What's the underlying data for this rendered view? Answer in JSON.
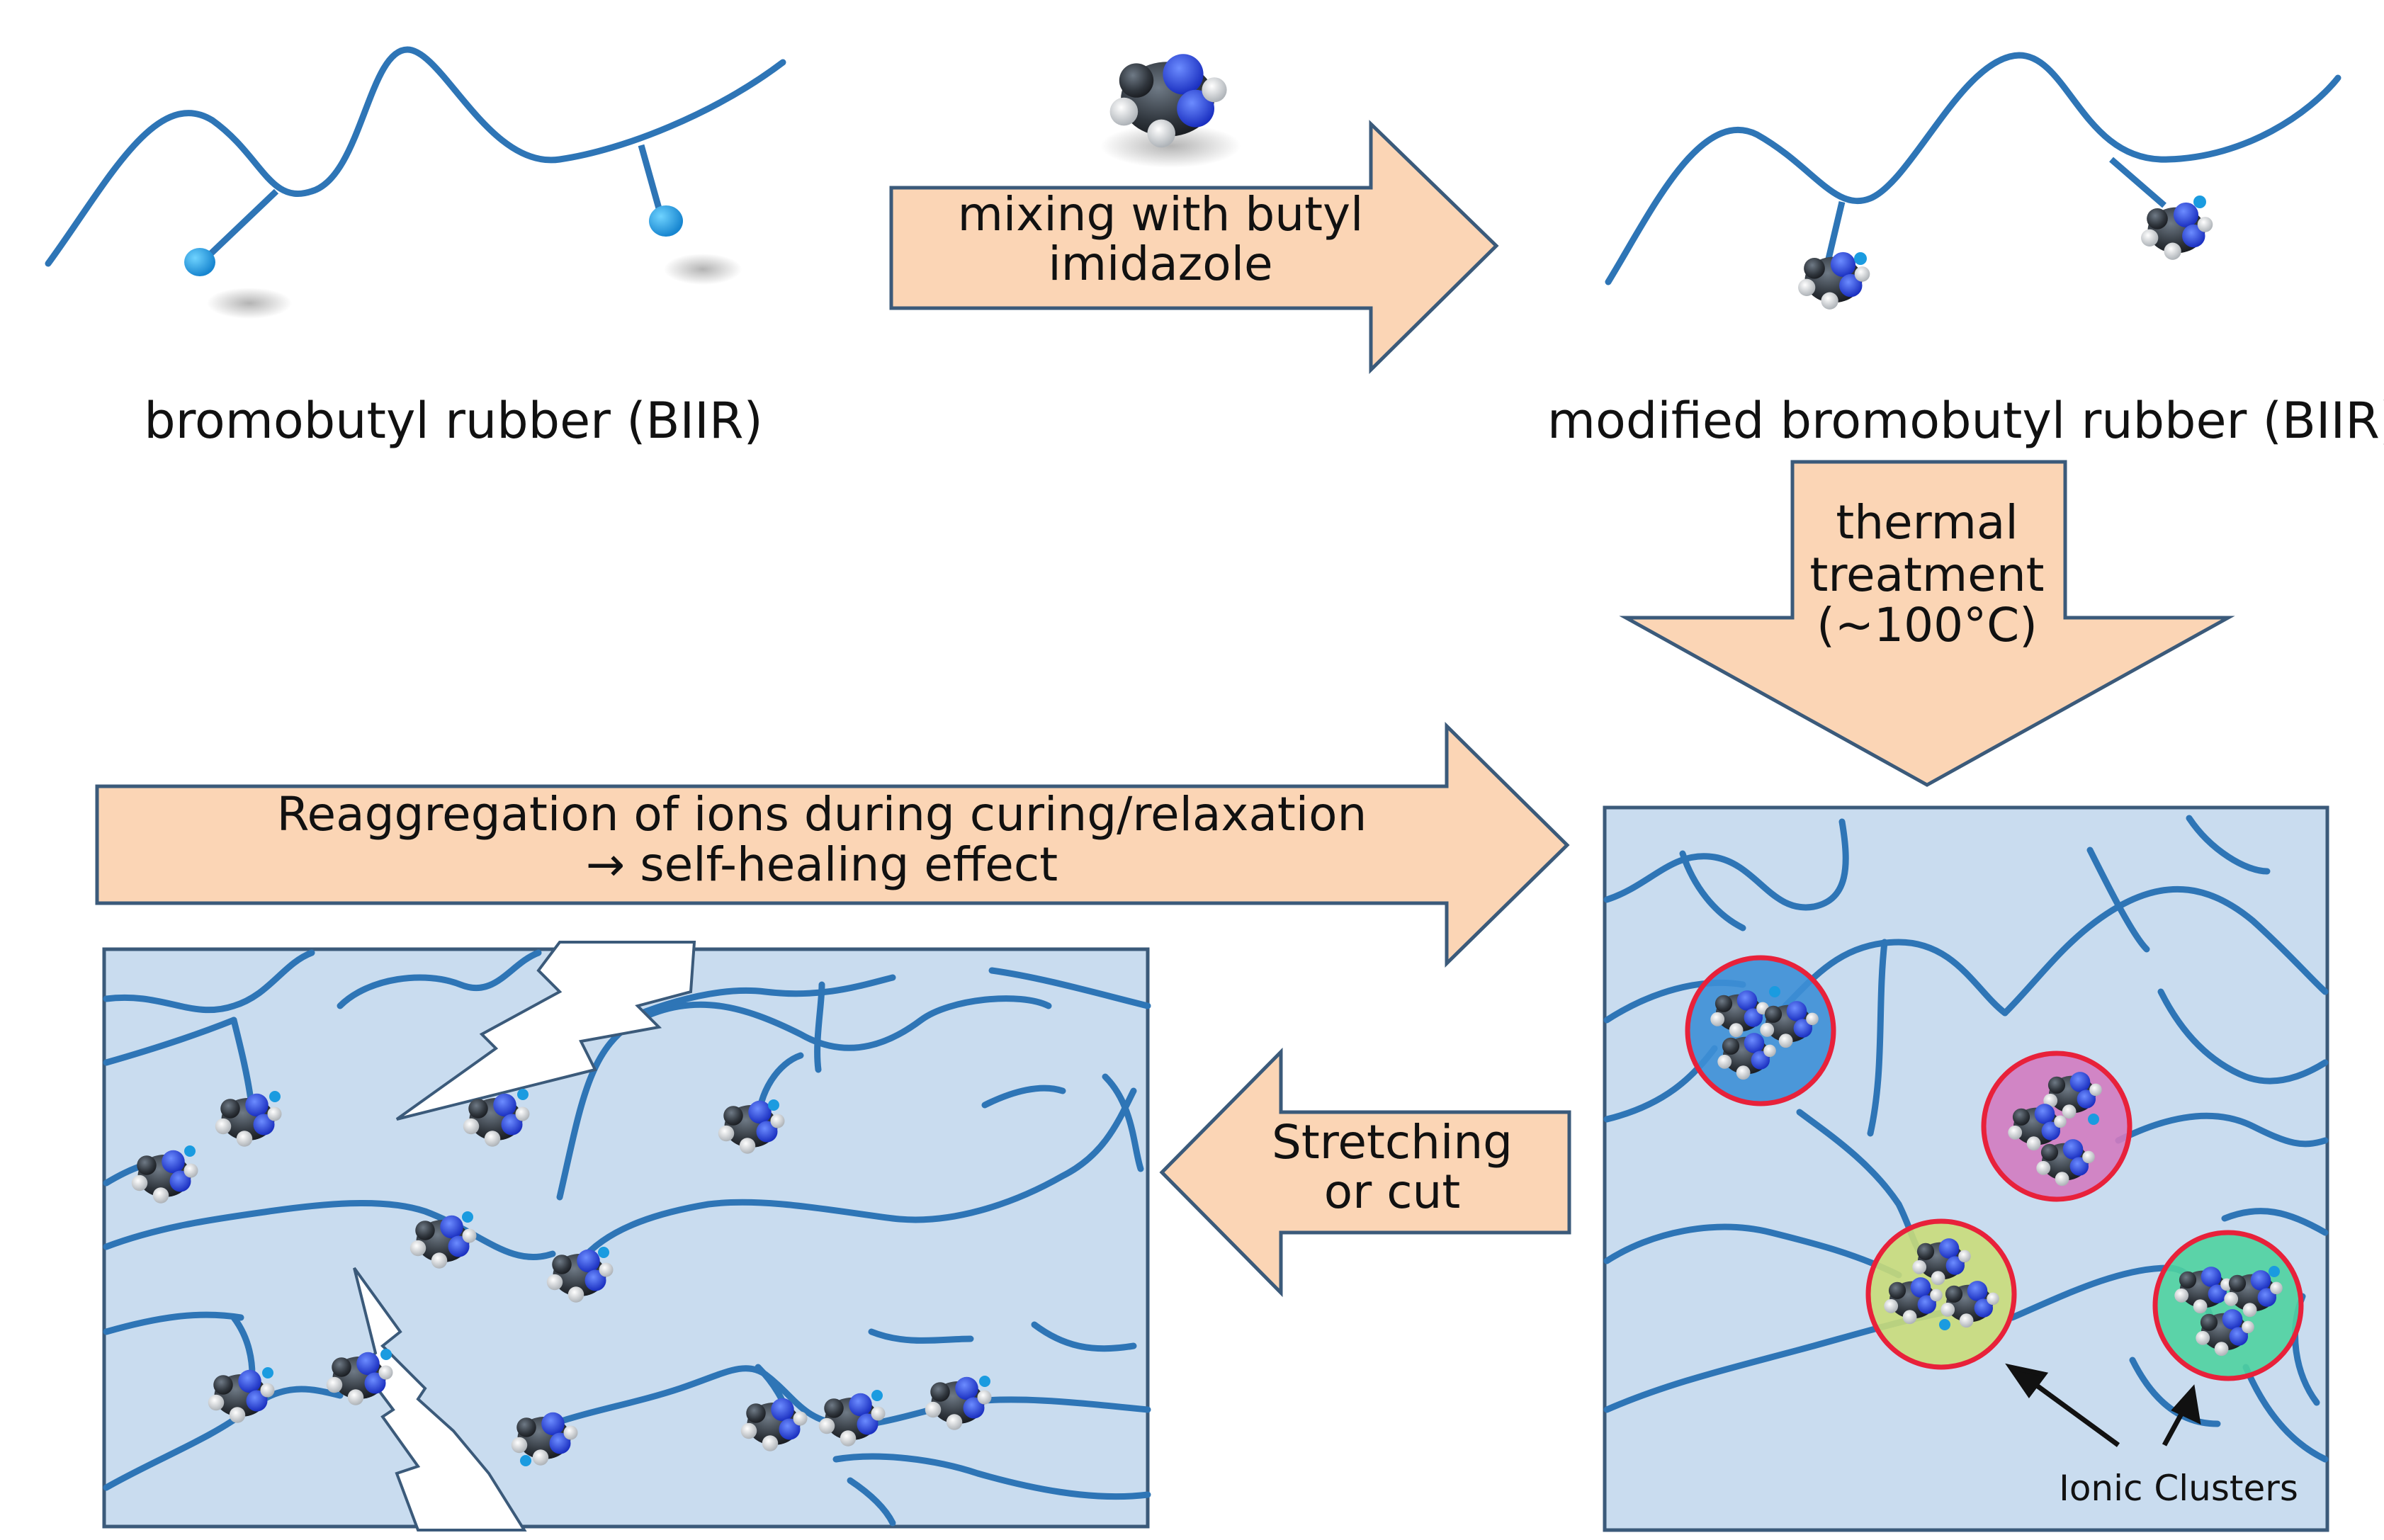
{
  "colors": {
    "chain": "#2e75b6",
    "arrow_fill": "#fbd5b5",
    "arrow_stroke": "#3b5a7a",
    "panel_fill": "#c9dcef",
    "panel_stroke": "#3b5a7a",
    "cluster_ring": "#e8213a",
    "cluster_blue": "#3d8fd6",
    "cluster_pink": "#d27bc0",
    "cluster_yellow": "#c9dc7a",
    "cluster_green": "#4fd2a0",
    "ion_dot": "#1a9be0"
  },
  "labels": {
    "biir": "bromobutyl rubber (BIIR)",
    "modified_biir": "modified bromobutyl rubber (BIIR)",
    "mixing_line1": "mixing with butyl",
    "mixing_line2": "imidazole",
    "thermal_line1": "thermal",
    "thermal_line2": "treatment",
    "thermal_line3": "(~100°C)",
    "reagg_line1": "Reaggregation of ions during curing/relaxation",
    "reagg_line2": "→ self-healing effect",
    "stretch_line1": "Stretching",
    "stretch_line2": "or cut",
    "ionic_clusters": "Ionic Clusters"
  },
  "icons": {
    "molecule": "imidazole-molecule-icon",
    "crack": "lightning-crack-icon"
  }
}
